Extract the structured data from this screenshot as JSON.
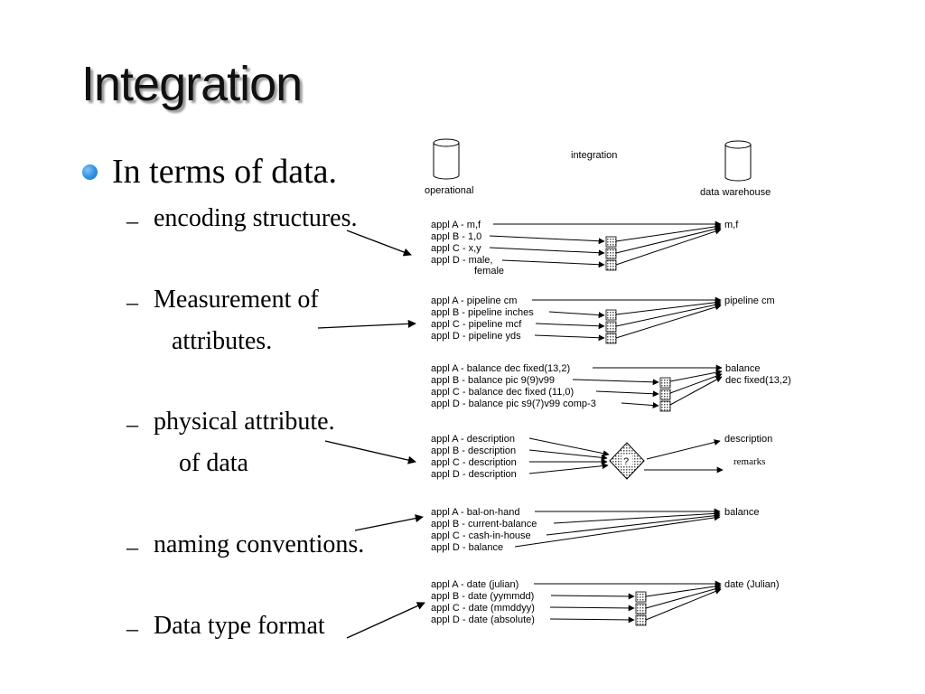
{
  "title": "Integration",
  "bullet": "In terms of data.",
  "subitems": [
    {
      "dash": "–",
      "lines": [
        "encoding structures."
      ]
    },
    {
      "dash": "–",
      "lines": [
        "Measurement of",
        "attributes."
      ]
    },
    {
      "dash": "–",
      "lines": [
        "physical attribute.",
        "of data"
      ]
    },
    {
      "dash": "–",
      "lines": [
        "naming conventions."
      ]
    },
    {
      "dash": "–",
      "lines": [
        "Data type format"
      ]
    }
  ],
  "diagram": {
    "header": {
      "left_label": "operational",
      "middle_label": "integration",
      "right_label": "data warehouse"
    },
    "groups": [
      {
        "sources": [
          "appl A - m,f",
          "appl B - 1,0",
          "appl C - x,y",
          "appl D - male,"
        ],
        "extra": "female",
        "targets": [
          "m,f"
        ]
      },
      {
        "sources": [
          "appl A - pipeline cm",
          "appl B - pipeline inches",
          "appl C - pipeline mcf",
          "appl D - pipeline yds"
        ],
        "targets": [
          "pipeline cm"
        ]
      },
      {
        "sources": [
          "appl A - balance dec fixed(13,2)",
          "appl B - balance pic 9(9)v99",
          "appl C - balance dec fixed (11,0)",
          "appl D - balance pic s9(7)v99 comp-3"
        ],
        "targets": [
          "balance",
          "dec fixed(13,2)"
        ]
      },
      {
        "sources": [
          "appl A - description",
          "appl B - description",
          "appl C - description",
          "appl D - description"
        ],
        "decision": "?",
        "targets": [
          "description",
          "remarks"
        ]
      },
      {
        "sources": [
          "appl A - bal-on-hand",
          "appl B - current-balance",
          "appl C - cash-in-house",
          "appl D - balance"
        ],
        "targets": [
          "balance"
        ]
      },
      {
        "sources": [
          "appl A - date (julian)",
          "appl B - date (yymmdd)",
          "appl C - date (mmddyy)",
          "appl D - date (absolute)"
        ],
        "targets": [
          "date (Julian)"
        ]
      }
    ]
  }
}
